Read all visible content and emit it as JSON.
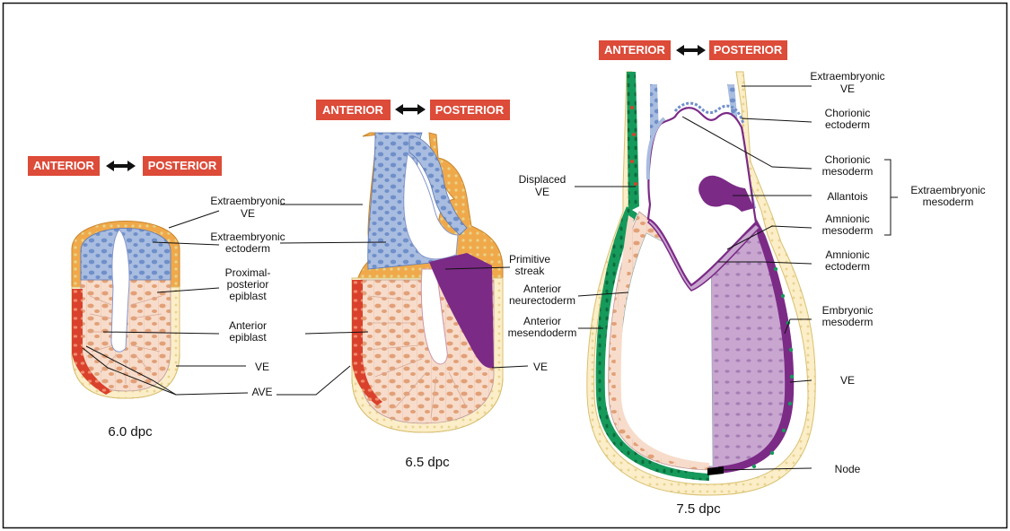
{
  "colors": {
    "axis_box": "#dd4b39",
    "extraembryonic_ectoderm": "#a9bde0",
    "cell_blue": "#6f8fca",
    "epiblast": "#f7dccb",
    "cell_orange": "#e2a077",
    "ve": "#f0a94a",
    "ave": "#d9412c",
    "streak": "#7b2a86",
    "embryonic_mesoderm": "#c8a6d0",
    "anterior_mesendoderm": "#169a5b",
    "node": "#000000"
  },
  "axis_labels": {
    "anterior": "ANTERIOR",
    "posterior": "POSTERIOR"
  },
  "stages": {
    "s60": "6.0 dpc",
    "s65": "6.5 dpc",
    "s75": "7.5 dpc"
  },
  "labels": {
    "s60": {
      "extraembryonic_ve": [
        "Extraembryonic",
        "VE"
      ],
      "extraembryonic_ectoderm": [
        "Extraembryonic",
        "ectoderm"
      ],
      "proximal_posterior_epiblast": [
        "Proximal-",
        "posterior",
        "epiblast"
      ],
      "anterior_epiblast": [
        "Anterior",
        "epiblast"
      ],
      "ve": "VE",
      "ave": "AVE"
    },
    "s65": {
      "primitive_streak": [
        "Primitive",
        "streak"
      ],
      "ve": "VE"
    },
    "s75": {
      "displaced_ve": [
        "Displaced",
        "VE"
      ],
      "anterior_neurectoderm": [
        "Anterior",
        "neurectoderm"
      ],
      "anterior_mesendoderm": [
        "Anterior",
        "mesendoderm"
      ],
      "extraembryonic_ve": [
        "Extraembryonic",
        "VE"
      ],
      "chorionic_ectoderm": [
        "Chorionic",
        "ectoderm"
      ],
      "chorionic_mesoderm": [
        "Chorionic",
        "mesoderm"
      ],
      "allantois": "Allantois",
      "amnionic_mesoderm": [
        "Amnionic",
        "mesoderm"
      ],
      "amnionic_ectoderm": [
        "Amnionic",
        "ectoderm"
      ],
      "embryonic_mesoderm": [
        "Embryonic",
        "mesoderm"
      ],
      "ve": "VE",
      "node": "Node",
      "extraembryonic_mesoderm": [
        "Extraembryonic",
        "mesoderm"
      ]
    }
  }
}
